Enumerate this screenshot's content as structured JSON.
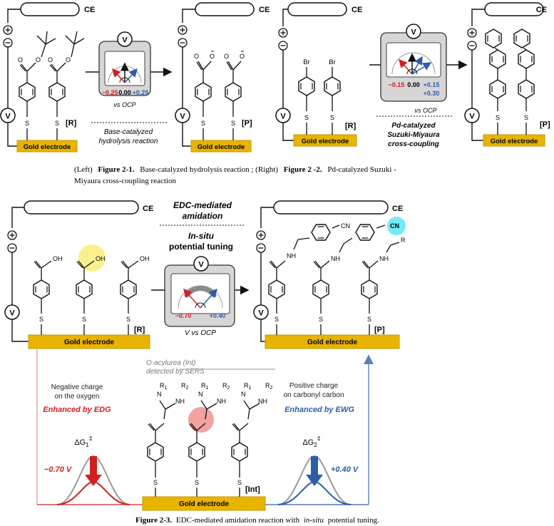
{
  "labels": {
    "ce": "CE",
    "v": "V",
    "plus": "+",
    "minus": "−",
    "gold": "Gold electrode",
    "r": "[R]",
    "p": "[P]",
    "int": "[Int]",
    "br": "Br",
    "s": "S",
    "oh": "OH",
    "cn": "CN",
    "nh": "NH",
    "n": "N",
    "o_minus": "O",
    "o": "O",
    "r_group": "R",
    "r1": "R",
    "r2": "R",
    "sub1": "1",
    "sub2": "2"
  },
  "panel1": {
    "meter_neg": "−0.25",
    "meter_zero": "0.00",
    "meter_pos": "+0.25",
    "meter_caption": "vs OCP",
    "reaction_line1": "Base-catalyzed",
    "reaction_line2": "hydrolysis reaction"
  },
  "panel2": {
    "meter_neg": "−0.15",
    "meter_zero": "0.00",
    "meter_pos1": "+0.15",
    "meter_pos2": "+0.30",
    "meter_caption": "vs OCP",
    "reaction_line1": "Pd-catalyzed",
    "reaction_line2": "Suzuki-Miyaura",
    "reaction_line3": "cross-coupling"
  },
  "caption1": {
    "left_tag": "(Left)",
    "fig_a": "Figure 2-1.",
    "text_a": "Base-catalyzed hydrolysis reaction ; (Right)",
    "fig_b": "Figure 2 -2.",
    "text_b": "Pd-catalyzed Suzuki -",
    "line2": "Miyaura cross-coupling reaction"
  },
  "panel3": {
    "title1": "EDC-mediated",
    "title2": "amidation",
    "tuning1": "In-situ",
    "tuning2": "potential tuning",
    "meter_neg": "−0.70",
    "meter_pos": "+0.40",
    "meter_caption": "V vs OCP",
    "int_label1": "O-acylurea (Int)",
    "int_label2": "detected by SERS",
    "left_note1": "Negative charge",
    "left_note2": "on the oxygen",
    "left_enh": "Enhanced by EDG",
    "right_note1": "Positive charge",
    "right_note2": "on carbonyl carbon",
    "right_enh": "Enhanced by EWG",
    "dg1": "ΔG",
    "dg1_sub": "1",
    "dg2": "ΔG",
    "dg2_sub": "2",
    "ddagger": "‡",
    "left_v": "−0.70 V",
    "right_v": "+0.40 V"
  },
  "caption2": {
    "fig": "Figure 2-3.",
    "text1": "EDC-mediated amidation reaction with",
    "text_italic": "in-situ",
    "text2": "potential tuning."
  },
  "colors": {
    "gold": "#E8B400",
    "gold_dark": "#C99700",
    "red": "#D02020",
    "blue": "#2D5DA8",
    "highlight_yellow": "#F7EE7A",
    "highlight_red": "#F08A8A",
    "highlight_cyan": "#5EE6F2"
  }
}
